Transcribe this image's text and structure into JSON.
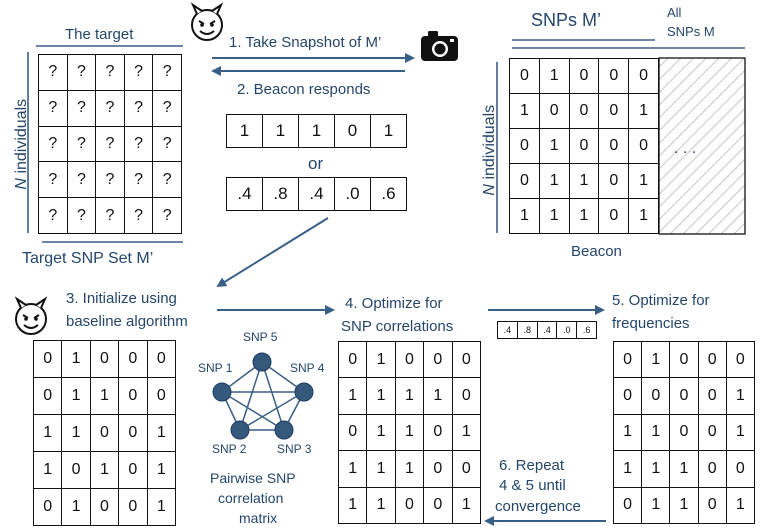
{
  "target": {
    "title": "The target",
    "row_label_n": "N",
    "row_label_rest": "individuals",
    "caption": "Target SNP Set M’",
    "grid": [
      [
        "?",
        "?",
        "?",
        "?",
        "?"
      ],
      [
        "?",
        "?",
        "?",
        "?",
        "?"
      ],
      [
        "?",
        "?",
        "?",
        "?",
        "?"
      ],
      [
        "?",
        "?",
        "?",
        "?",
        "?"
      ],
      [
        "?",
        "?",
        "?",
        "?",
        "?"
      ]
    ]
  },
  "steps": {
    "s1": "1. Take Snapshot of M’",
    "s2": "2. Beacon responds",
    "or": "or",
    "s3a": "3. Initialize using",
    "s3b": "baseline algorithm",
    "s4a": "4. Optimize for",
    "s4b": "SNP correlations",
    "s5a": "5. Optimize for",
    "s5b": "frequencies",
    "s6a": "6. Repeat",
    "s6b": "4 & 5 until",
    "s6c": "convergence"
  },
  "response_binary": [
    "1",
    "1",
    "1",
    "0",
    "1"
  ],
  "response_freq": [
    ".4",
    ".8",
    ".4",
    ".0",
    ".6"
  ],
  "mini_freq": [
    ".4",
    ".8",
    ".4",
    ".0",
    ".6"
  ],
  "beacon": {
    "snps_label": "SNPs M’",
    "all_label_1": "All",
    "all_label_2": "SNPs M",
    "row_label_n": "N",
    "row_label_rest": "individuals",
    "ellipsis": ". . .",
    "caption": "Beacon",
    "grid": [
      [
        "0",
        "1",
        "0",
        "0",
        "0"
      ],
      [
        "1",
        "0",
        "0",
        "0",
        "1"
      ],
      [
        "0",
        "1",
        "0",
        "0",
        "0"
      ],
      [
        "0",
        "1",
        "1",
        "0",
        "1"
      ],
      [
        "1",
        "1",
        "1",
        "0",
        "1"
      ]
    ]
  },
  "init_grid": [
    [
      "0",
      "1",
      "0",
      "0",
      "0"
    ],
    [
      "0",
      "1",
      "1",
      "0",
      "0"
    ],
    [
      "1",
      "1",
      "0",
      "0",
      "1"
    ],
    [
      "1",
      "0",
      "1",
      "0",
      "1"
    ],
    [
      "0",
      "1",
      "0",
      "0",
      "1"
    ]
  ],
  "opt_grid": [
    [
      "0",
      "1",
      "0",
      "0",
      "0"
    ],
    [
      "1",
      "1",
      "1",
      "1",
      "0"
    ],
    [
      "0",
      "1",
      "1",
      "0",
      "1"
    ],
    [
      "1",
      "1",
      "1",
      "0",
      "0"
    ],
    [
      "1",
      "1",
      "0",
      "0",
      "1"
    ]
  ],
  "freq_grid": [
    [
      "0",
      "1",
      "0",
      "0",
      "0"
    ],
    [
      "0",
      "0",
      "0",
      "0",
      "1"
    ],
    [
      "1",
      "1",
      "0",
      "0",
      "1"
    ],
    [
      "1",
      "1",
      "1",
      "0",
      "0"
    ],
    [
      "0",
      "1",
      "1",
      "0",
      "1"
    ]
  ],
  "network": {
    "nodes": [
      "SNP 5",
      "SNP 1",
      "SNP 4",
      "SNP 2",
      "SNP 3"
    ],
    "caption_1": "Pairwise SNP",
    "caption_2": "correlation",
    "caption_3": "matrix"
  },
  "colors": {
    "accent": "#3a5f86",
    "node": "#34597c",
    "text": "#24466b"
  },
  "icons": [
    "devil-face-icon",
    "camera-icon"
  ]
}
